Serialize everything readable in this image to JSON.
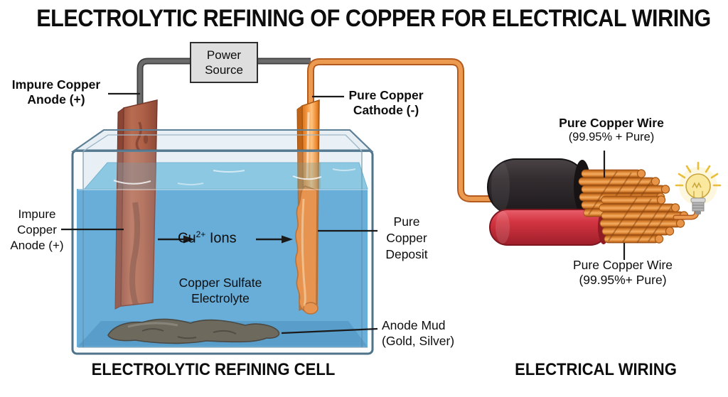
{
  "title": "ELECTROLYTIC REFINING OF COPPER FOR ELECTRICAL WIRING",
  "cell": {
    "power_source_label": "Power Source",
    "anode_top_label": {
      "line1": "Impure Copper",
      "line2": "Anode (+)"
    },
    "cathode_label": {
      "line1": "Pure Copper",
      "line2": "Cathode (-)"
    },
    "anode_side_label": {
      "line1": "Impure",
      "line2": "Copper",
      "line3": "Anode (+)"
    },
    "ions_label": {
      "base": "Cu",
      "sup": "2+",
      "rest": " Ions"
    },
    "electrolyte_label": {
      "line1": "Copper Sulfate",
      "line2": "Electrolyte"
    },
    "deposit_label": {
      "line1": "Pure",
      "line2": "Copper",
      "line3": "Deposit"
    },
    "anode_mud_label": {
      "line1": "Anode Mud",
      "line2": "(Gold, Silver)"
    },
    "caption": "ELECTROLYTIC REFINING CELL"
  },
  "wiring": {
    "wire_top_label": {
      "line1": "Pure Copper Wire",
      "line2": "(99.95% + Pure)"
    },
    "wire_bottom_label": {
      "line1": "Pure Copper Wire",
      "line2": "(99.95%+ Pure)"
    },
    "caption": "ELECTRICAL WIRING"
  },
  "icons": [
    "light-bulb-icon",
    "power-source-box",
    "ion-flow-arrows"
  ],
  "colors": {
    "electrolyte_blue": "#51A3D3",
    "water_surface": "#7CC2DE",
    "anode_brown": "#AE6148",
    "cathode_copper": "#F09A44",
    "deposit_orange": "#E8832F",
    "wire_gray": "#5E5E5E",
    "wire_orange": "#E9944C",
    "cable_black": "#302B2D",
    "cable_red": "#CE2F3B",
    "mud_brown": "#57503F",
    "bulb_yellow": "#F9E89E",
    "glass_edge": "#5E8096"
  }
}
